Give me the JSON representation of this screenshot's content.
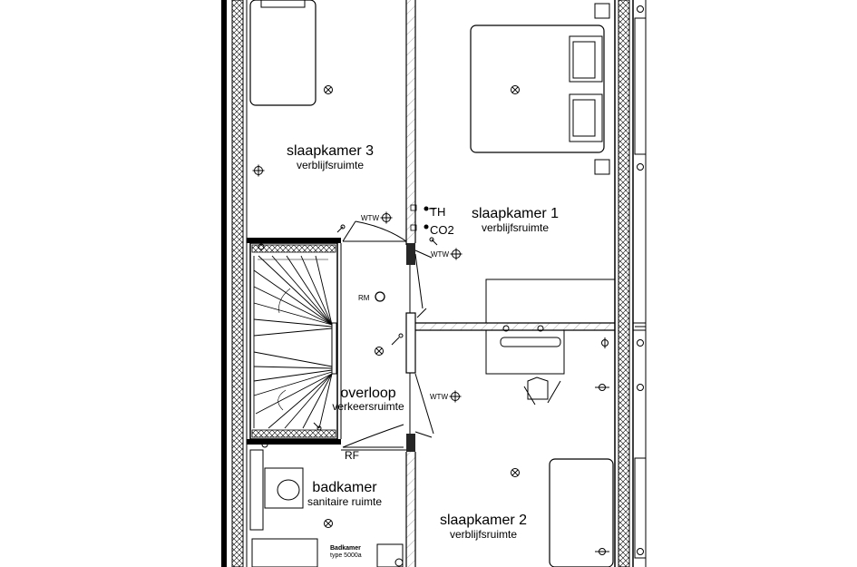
{
  "rooms": {
    "slaapkamer3": {
      "name": "slaapkamer 3",
      "type": "verblijfsruimte"
    },
    "slaapkamer1": {
      "name": "slaapkamer 1",
      "type": "verblijfsruimte"
    },
    "overloop": {
      "name": "overloop",
      "type": "verkeersruimte"
    },
    "badkamer": {
      "name": "badkamer",
      "type": "sanitaire ruimte"
    },
    "slaapkamer2": {
      "name": "slaapkamer 2",
      "type": "verblijfsruimte"
    }
  },
  "labels": {
    "th": "TH",
    "co2": "CO2",
    "rm": "RM",
    "rf": "RF",
    "wtw": "WTW",
    "badkamer_unit_line1": "Badkamer",
    "badkamer_unit_line2": "type 5000a"
  },
  "icons": {
    "light_point": "light-point-icon",
    "wtw_valve": "wtw-valve-icon",
    "smoke_detector": "smoke-detector-icon",
    "switch": "switch-icon",
    "socket": "socket-icon"
  }
}
